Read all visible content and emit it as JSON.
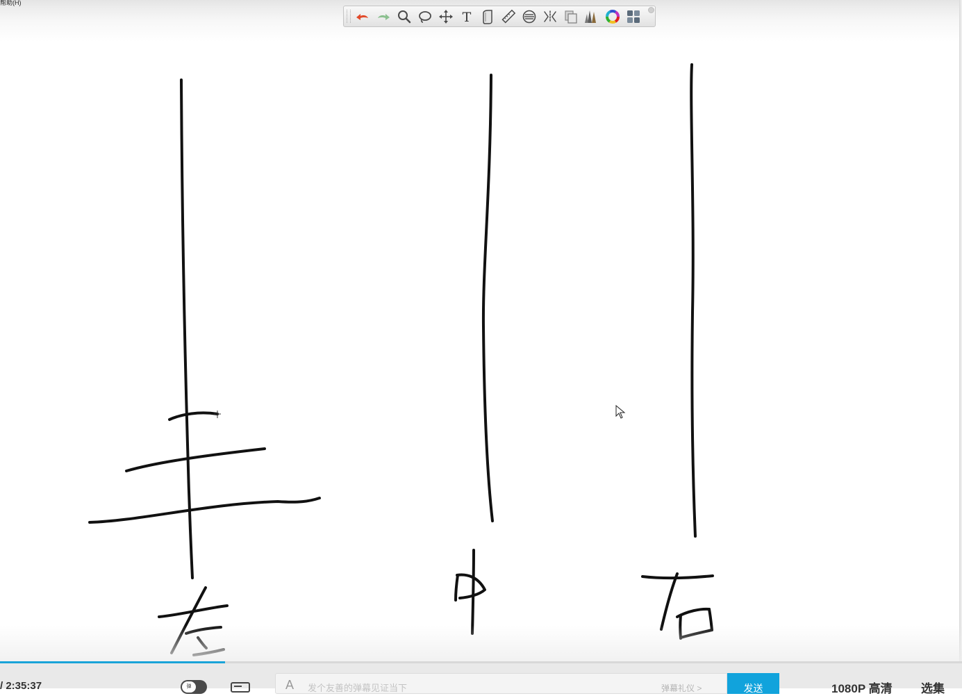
{
  "window": {
    "menu_fragment": "帮助(H)"
  },
  "toolbar": {
    "tools": [
      {
        "name": "undo-icon",
        "label": "undo"
      },
      {
        "name": "redo-icon",
        "label": "redo"
      },
      {
        "name": "zoom-icon",
        "label": "zoom"
      },
      {
        "name": "lasso-icon",
        "label": "lasso"
      },
      {
        "name": "move-icon",
        "label": "move"
      },
      {
        "name": "text-icon",
        "label": "text",
        "glyph": "T"
      },
      {
        "name": "layer-icon",
        "label": "layer"
      },
      {
        "name": "ruler-icon",
        "label": "ruler"
      },
      {
        "name": "symmetry-icon",
        "label": "symmetry"
      },
      {
        "name": "perspective-icon",
        "label": "perspective"
      },
      {
        "name": "copy-layer-icon",
        "label": "copy"
      },
      {
        "name": "brushes-icon",
        "label": "brushes"
      },
      {
        "name": "color-wheel-icon",
        "label": "color"
      },
      {
        "name": "panels-icon",
        "label": "panels"
      }
    ],
    "colors": {
      "undo": "#e24a2a",
      "redo": "#8bc08f",
      "icon": "#5a5a5a"
    }
  },
  "canvas": {
    "labels": [
      "左",
      "中",
      "右"
    ],
    "stroke_color": "#111111"
  },
  "player": {
    "progress_fraction": 0.234,
    "progress_color": "#1aa3d8",
    "time_text": "/ 2:35:37",
    "danmaku_toggle_label": "弹",
    "danmaku_placeholder": "发个友善的弹幕见证当下",
    "etiquette_link": "弹幕礼仪 >",
    "send_label": "发送",
    "quality_label": "1080P 高清",
    "episodes_label": "选集",
    "accent_color": "#11a3dc"
  }
}
